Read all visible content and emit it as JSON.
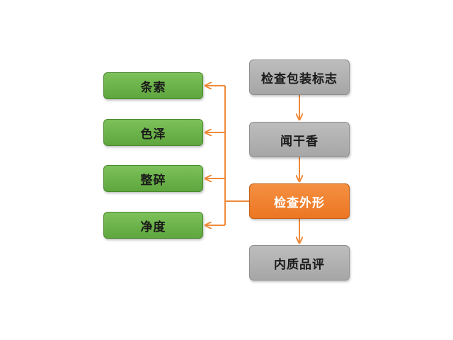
{
  "diagram": {
    "left_nodes": [
      "条索",
      "色泽",
      "整碎",
      "净度"
    ],
    "right_nodes": {
      "check_packaging": "检查包装标志",
      "dry_aroma": "闻干香",
      "check_shape": "检查外形",
      "inner_quality": "内质品评"
    },
    "colors": {
      "green": "#6ab34a",
      "gray": "#b0b0b0",
      "orange": "#ef7d2a",
      "arrow": "#ef8a3a"
    }
  }
}
